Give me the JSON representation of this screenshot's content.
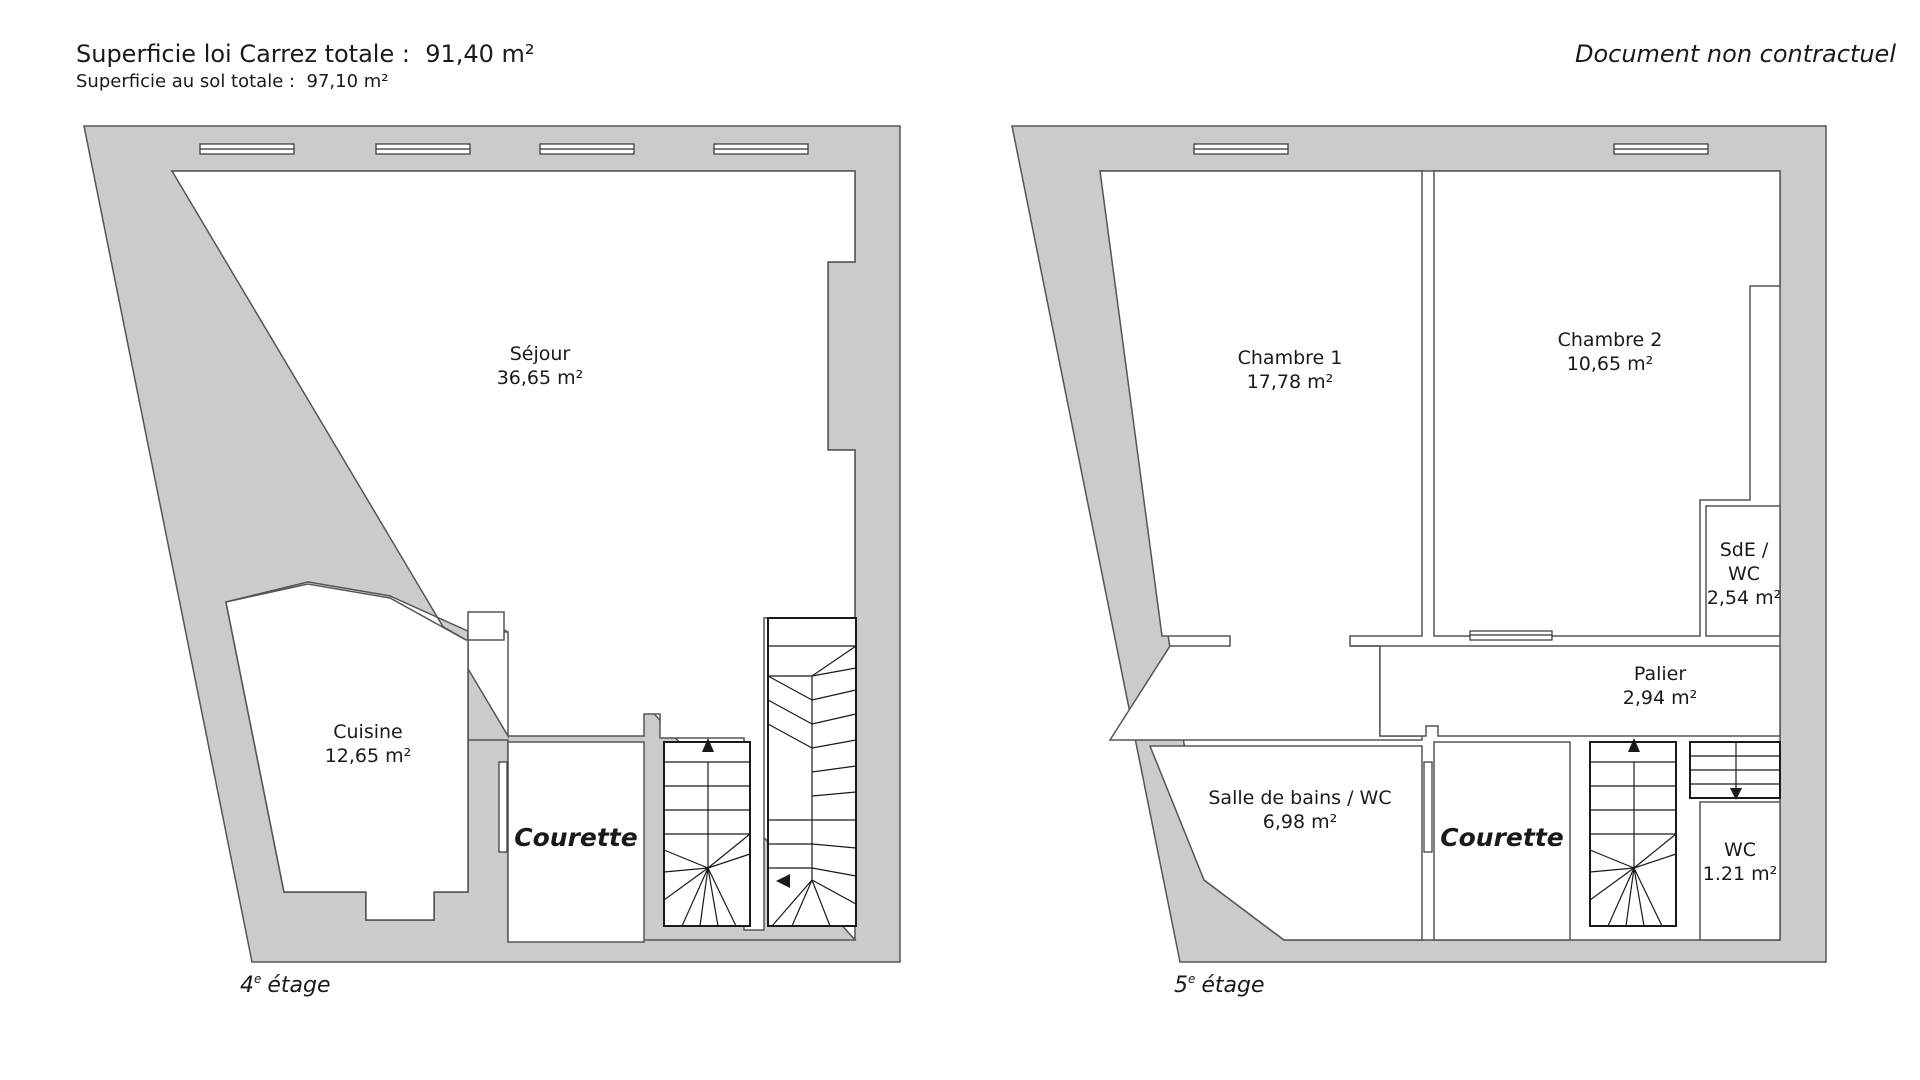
{
  "header": {
    "carrez_label": "Superficie loi Carrez totale :",
    "carrez_value": "91,40 m²",
    "ground_label": "Superficie au sol totale :",
    "ground_value": "97,10 m²",
    "disclaimer": "Document non contractuel"
  },
  "floor4": {
    "label_num": "4",
    "label_sup": "e",
    "label_text": "étage",
    "rooms": {
      "sejour": {
        "name": "Séjour",
        "area": "36,65 m²"
      },
      "cuisine": {
        "name": "Cuisine",
        "area": "12,65 m²"
      },
      "courette": {
        "name": "Courette"
      }
    }
  },
  "floor5": {
    "label_num": "5",
    "label_sup": "e",
    "label_text": "étage",
    "rooms": {
      "chambre1": {
        "name": "Chambre 1",
        "area": "17,78 m²"
      },
      "chambre2": {
        "name": "Chambre 2",
        "area": "10,65 m²"
      },
      "sde": {
        "name_line1": "SdE /",
        "name_line2": "WC",
        "area": "2,54 m²"
      },
      "palier": {
        "name": "Palier",
        "area": "2,94 m²"
      },
      "sdb": {
        "name": "Salle de bains / WC",
        "area": "6,98 m²"
      },
      "wc": {
        "name": "WC",
        "area": "1.21 m²"
      },
      "courette": {
        "name": "Courette"
      }
    }
  },
  "colors": {
    "wall": "#cbcbcb",
    "wall_stroke": "#555555",
    "line": "#1a1a1a"
  }
}
